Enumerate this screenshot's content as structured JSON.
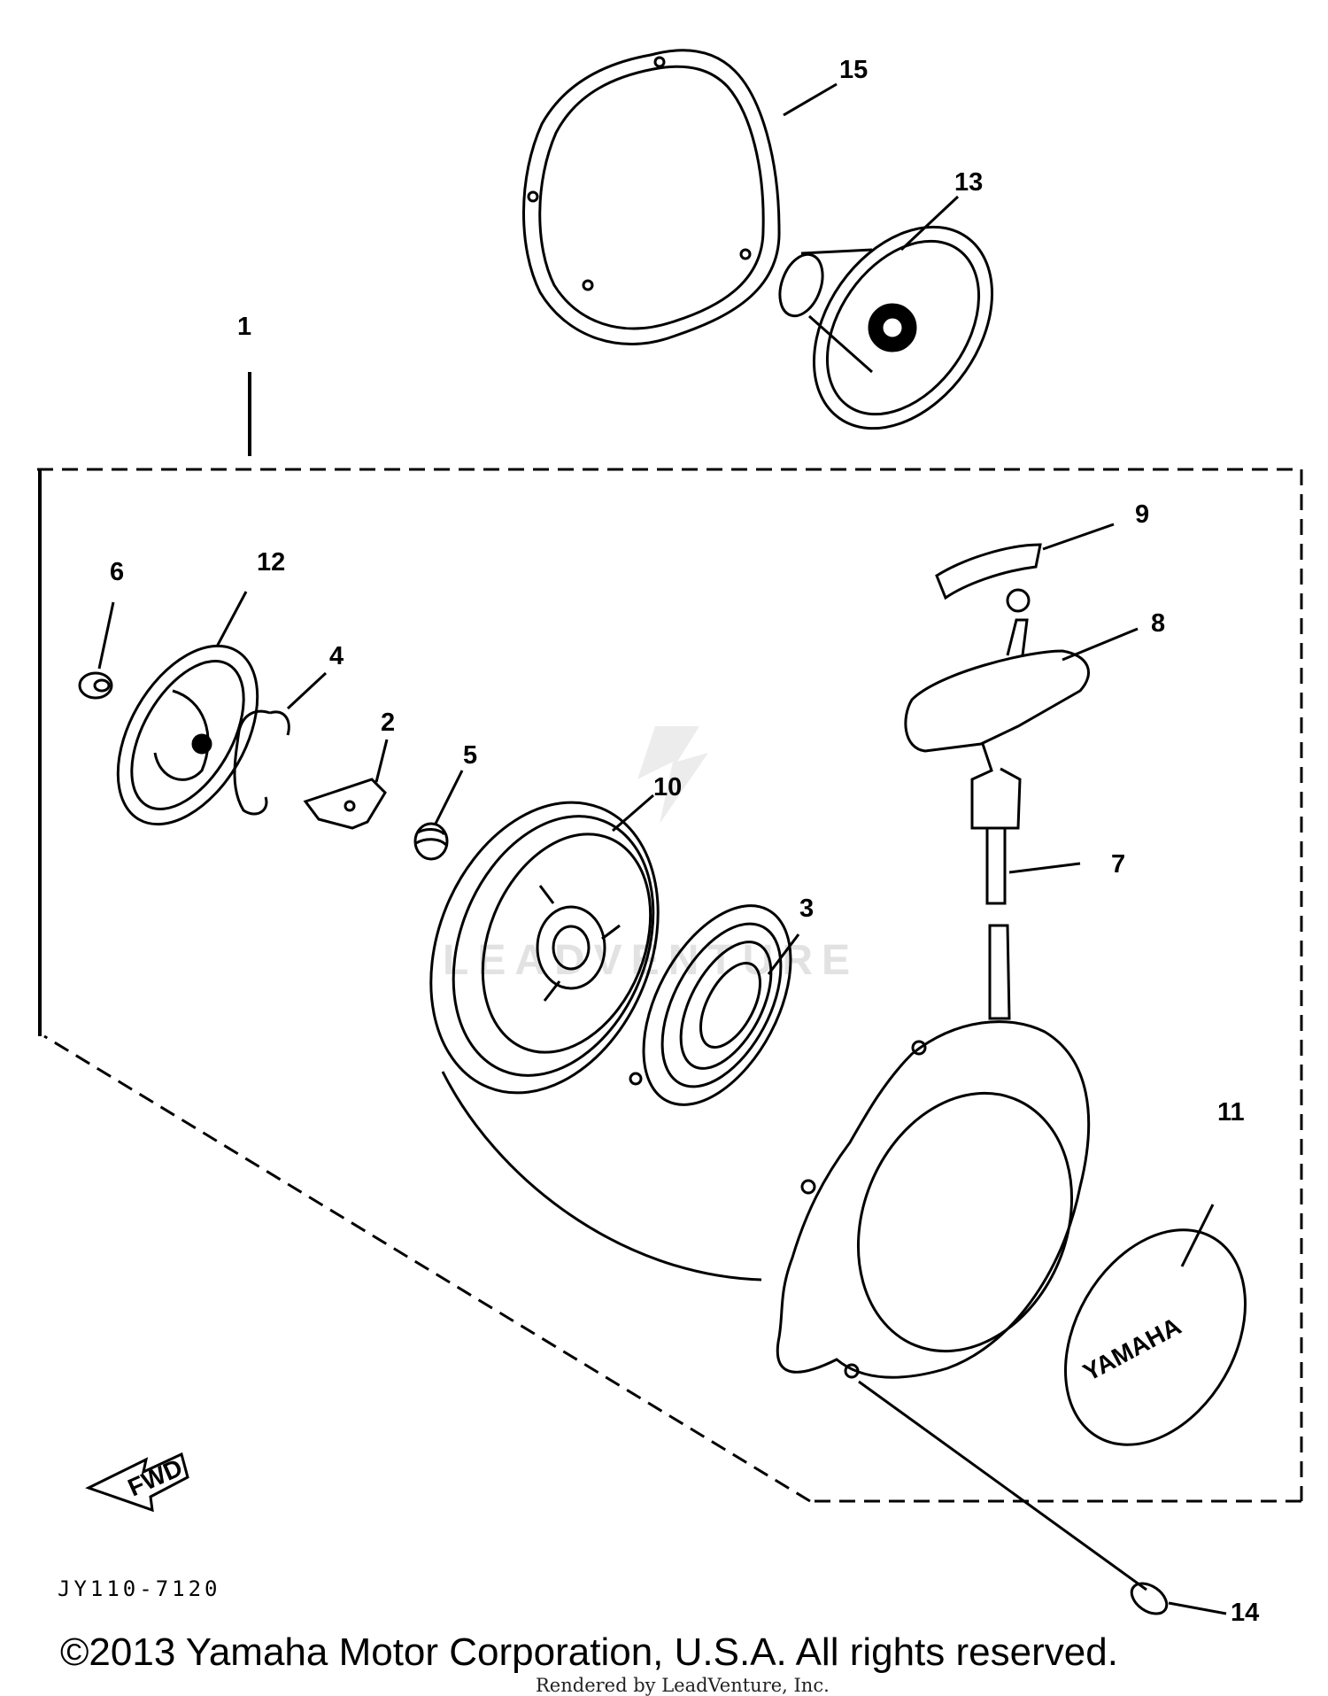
{
  "callouts": {
    "c1": "1",
    "c2": "2",
    "c3": "3",
    "c4": "4",
    "c5": "5",
    "c6": "6",
    "c7": "7",
    "c8": "8",
    "c9": "9",
    "c10": "10",
    "c11": "11",
    "c12": "12",
    "c13": "13",
    "c14": "14",
    "c15": "15"
  },
  "direction_arrow": "FWD",
  "emblem_text": "YAMAHA",
  "part_code": "JY110-7120",
  "watermark": "LEADVENTURE",
  "copyright": "©2013 Yamaha Motor Corporation, U.S.A. All rights reserved.",
  "rendered_by": "Rendered by LeadVenture, Inc."
}
